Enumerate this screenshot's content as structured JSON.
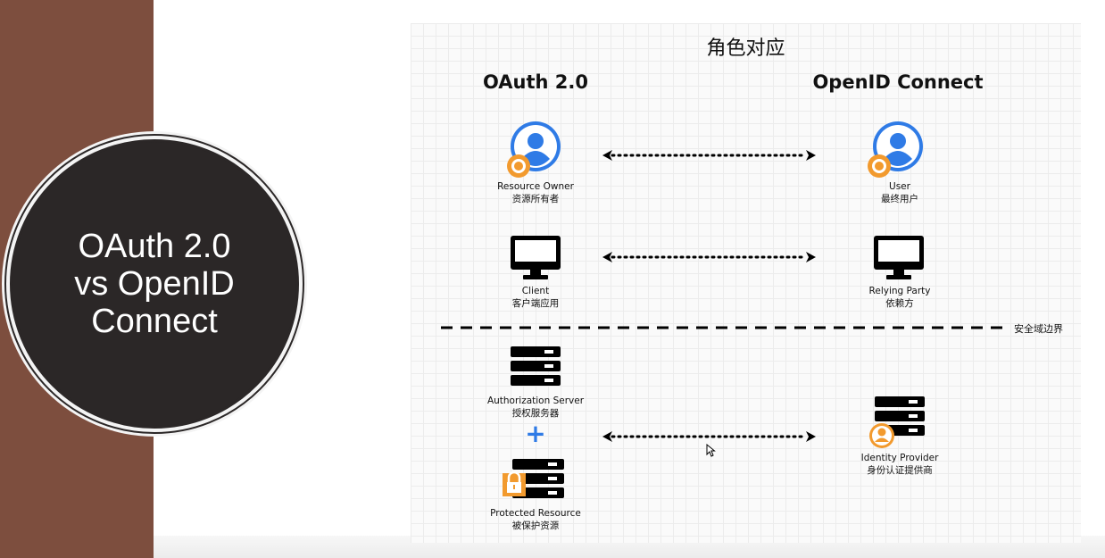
{
  "slide_title": [
    "OAuth 2.0",
    "vs OpenID",
    "Connect"
  ],
  "diagram": {
    "title": "角色对应",
    "left_heading": "OAuth 2.0",
    "right_heading": "OpenID Connect",
    "boundary_label": "安全域边界",
    "roles": {
      "resource_owner": {
        "en": "Resource Owner",
        "zh": "资源所有者"
      },
      "user": {
        "en": "User",
        "zh": "最终用户"
      },
      "client": {
        "en": "Client",
        "zh": "客户端应用"
      },
      "relying_party": {
        "en": "Relying Party",
        "zh": "依赖方"
      },
      "authorization_server": {
        "en": "Authorization Server",
        "zh": "授权服务器"
      },
      "protected_resource": {
        "en": "Protected Resource",
        "zh": "被保护资源"
      },
      "identity_provider": {
        "en": "Identity Provider",
        "zh": "身份认证提供商"
      }
    },
    "plus_symbol": "+"
  },
  "colors": {
    "left_band": "#7d4e3e",
    "circle": "#2b2727",
    "user_icon_blue": "#2f7be6",
    "badge_orange": "#f29a2e",
    "plus_blue": "#2f7be6"
  },
  "icons": [
    "user-icon",
    "monitor-icon",
    "server-icon",
    "lock-icon",
    "plus-icon",
    "bidirectional-arrow-icon",
    "mouse-cursor-icon"
  ]
}
